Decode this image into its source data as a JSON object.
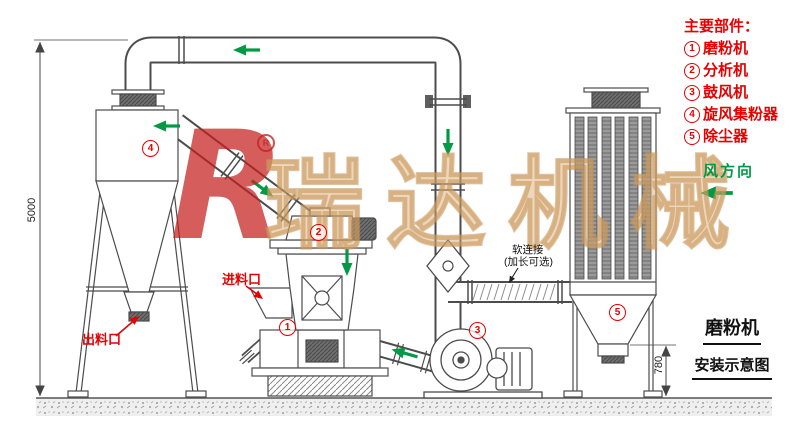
{
  "legend": {
    "title": "主要部件：",
    "items": [
      {
        "num": "1",
        "label": "磨粉机"
      },
      {
        "num": "2",
        "label": "分析机"
      },
      {
        "num": "3",
        "label": "鼓风机"
      },
      {
        "num": "4",
        "label": "旋风集粉器"
      },
      {
        "num": "5",
        "label": "除尘器"
      }
    ]
  },
  "wind_direction": "风方向",
  "drawing_title": {
    "line1": "磨粉机",
    "line2": "安装示意图"
  },
  "callouts": {
    "discharge_port": "出料口",
    "feed_port": "进料口",
    "soft_joint": "软连接",
    "soft_joint_note": "(加长可选)"
  },
  "dimensions": {
    "overall_height": "5000",
    "outlet_height": "780"
  },
  "watermark": {
    "logo_letter": "R",
    "registered_mark": "R",
    "brand_text": "瑞达机械"
  },
  "colors": {
    "callout_red": "#e60000",
    "flow_green": "#009944",
    "line_gray": "#4c4c4c",
    "watermark_tan": "#d8b184"
  }
}
